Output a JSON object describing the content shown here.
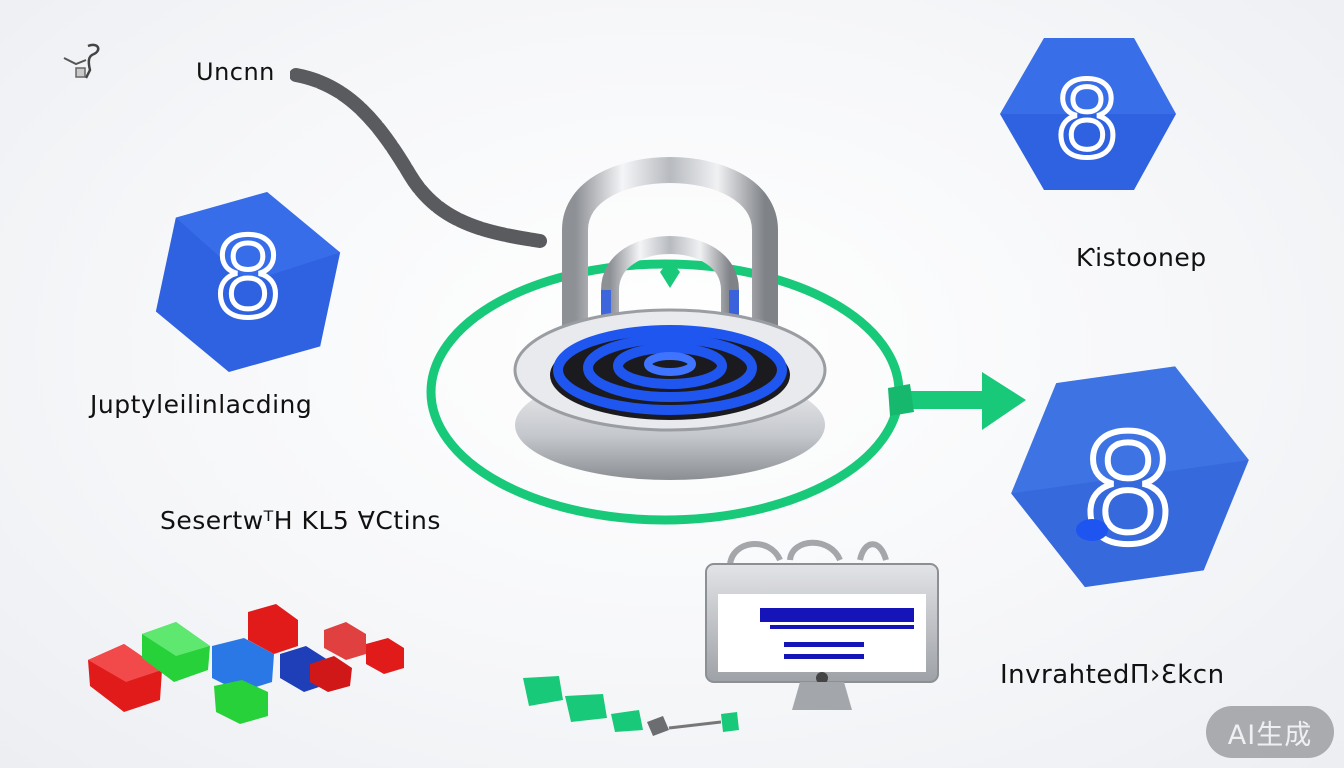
{
  "labels": {
    "top_left": "Uncnn",
    "left_middle": "Juptyleilinlacding",
    "left_lower": "SesertwᵀH KL5 ⱯCtins",
    "right_upper": "Ƙistoonep",
    "right_lower": "InvrahtedΠ›Ɛkcn"
  },
  "badges": {
    "ai_generated": "AI生成"
  },
  "hex_nodes": [
    {
      "id": "left",
      "glyph": "8",
      "color": "#2f62e0"
    },
    {
      "id": "top-right",
      "glyph": "8",
      "color": "#2f62e0"
    },
    {
      "id": "bottom-right",
      "glyph": "8",
      "color": "#3569dc"
    }
  ],
  "colors": {
    "ring_green": "#19c97a",
    "hex_blue": "#2f62e0",
    "coil_blue": "#1f56f0",
    "chrome": "#c9ccd1",
    "cube_red": "#e11a1a",
    "cube_green": "#26d13a",
    "cube_blue": "#2a78e6",
    "monitor_bar": "#1414b8"
  },
  "icons": {
    "top_left": "sketch-figure-icon",
    "center": "padlock-icon",
    "arrow": "arrow-right-icon",
    "monitor": "monitor-icon",
    "cubes": "blocks-icon"
  }
}
